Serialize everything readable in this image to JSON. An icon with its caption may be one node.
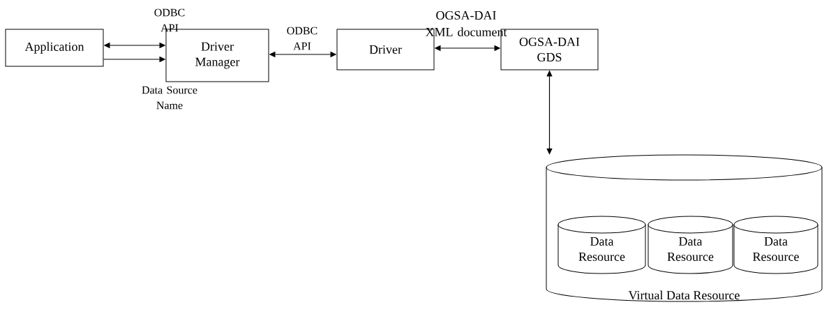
{
  "diagram": {
    "nodes": [
      {
        "text": [
          "Application"
        ]
      },
      {
        "text": [
          "Driver Manager"
        ]
      },
      {
        "text": [
          "Driver"
        ]
      },
      {
        "text": [
          "OGSA-DAI GDS"
        ]
      },
      {
        "text": [
          "Virtual Data Resource"
        ]
      },
      {
        "text": [
          "Data Resource"
        ],
        "in": 4
      },
      {
        "text": [
          "Data Resource"
        ],
        "in": 4
      },
      {
        "text": [
          "Data Resource"
        ],
        "in": 4
      }
    ],
    "edges": [
      {
        "from": 0,
        "to": 1,
        "arrow": "both",
        "label": "ODBC API"
      },
      {
        "from": 0,
        "to": 1,
        "arrow": "to",
        "label": "Data Source Name"
      },
      {
        "from": 1,
        "to": 2,
        "arrow": "both",
        "label": "ODBC API"
      },
      {
        "from": 2,
        "to": 3,
        "arrow": "both",
        "label": "OGSA-DAI XML document"
      },
      {
        "from": 3,
        "to": 4,
        "arrow": "both"
      }
    ]
  }
}
